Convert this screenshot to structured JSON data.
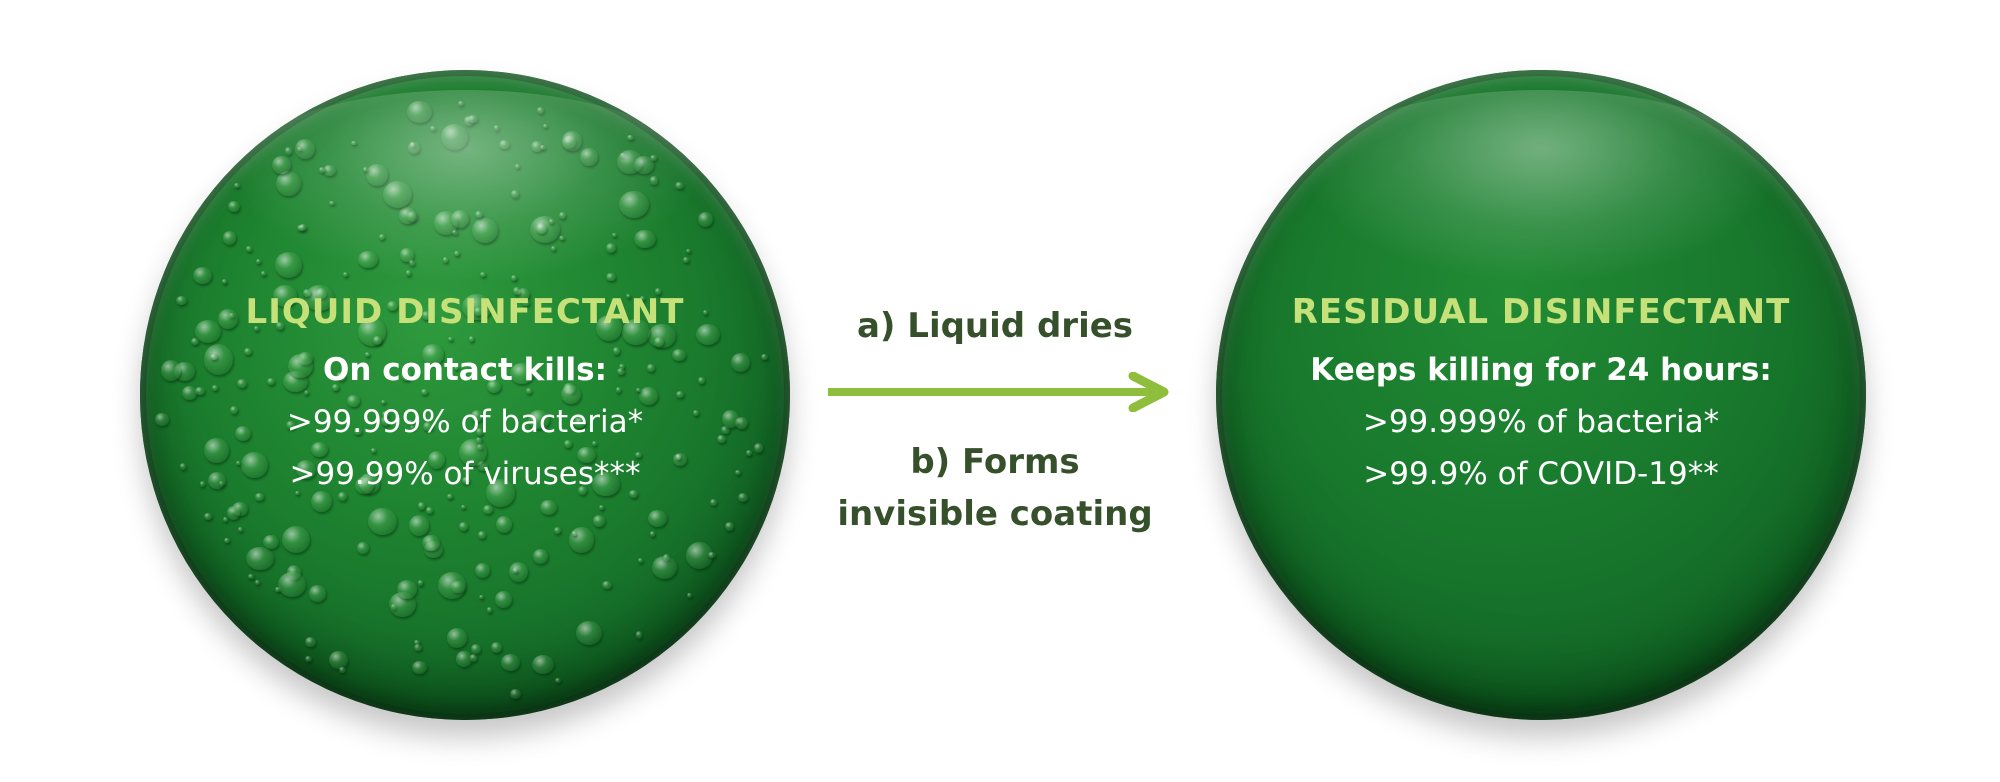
{
  "left_disc": {
    "title": "LIQUID DISINFECTANT",
    "lead": "On contact kills:",
    "line1": ">99.999% of bacteria*",
    "line2": ">99.99% of viruses***"
  },
  "right_disc": {
    "title": "RESIDUAL DISINFECTANT",
    "lead": "Keeps killing for 24 hours:",
    "line1": ">99.999% of bacteria*",
    "line2": ">99.9% of COVID-19**"
  },
  "process": {
    "step_a": "a) Liquid dries",
    "step_b_line1": "b) Forms",
    "step_b_line2": "invisible coating"
  },
  "colors": {
    "disc_green": "#1a7a2e",
    "title_lime": "#c7e17a",
    "arrow_green": "#8fbe3c",
    "step_text": "#35502a"
  },
  "icons": {
    "arrow": "arrow-right-icon",
    "droplets": "water-droplets-texture"
  }
}
